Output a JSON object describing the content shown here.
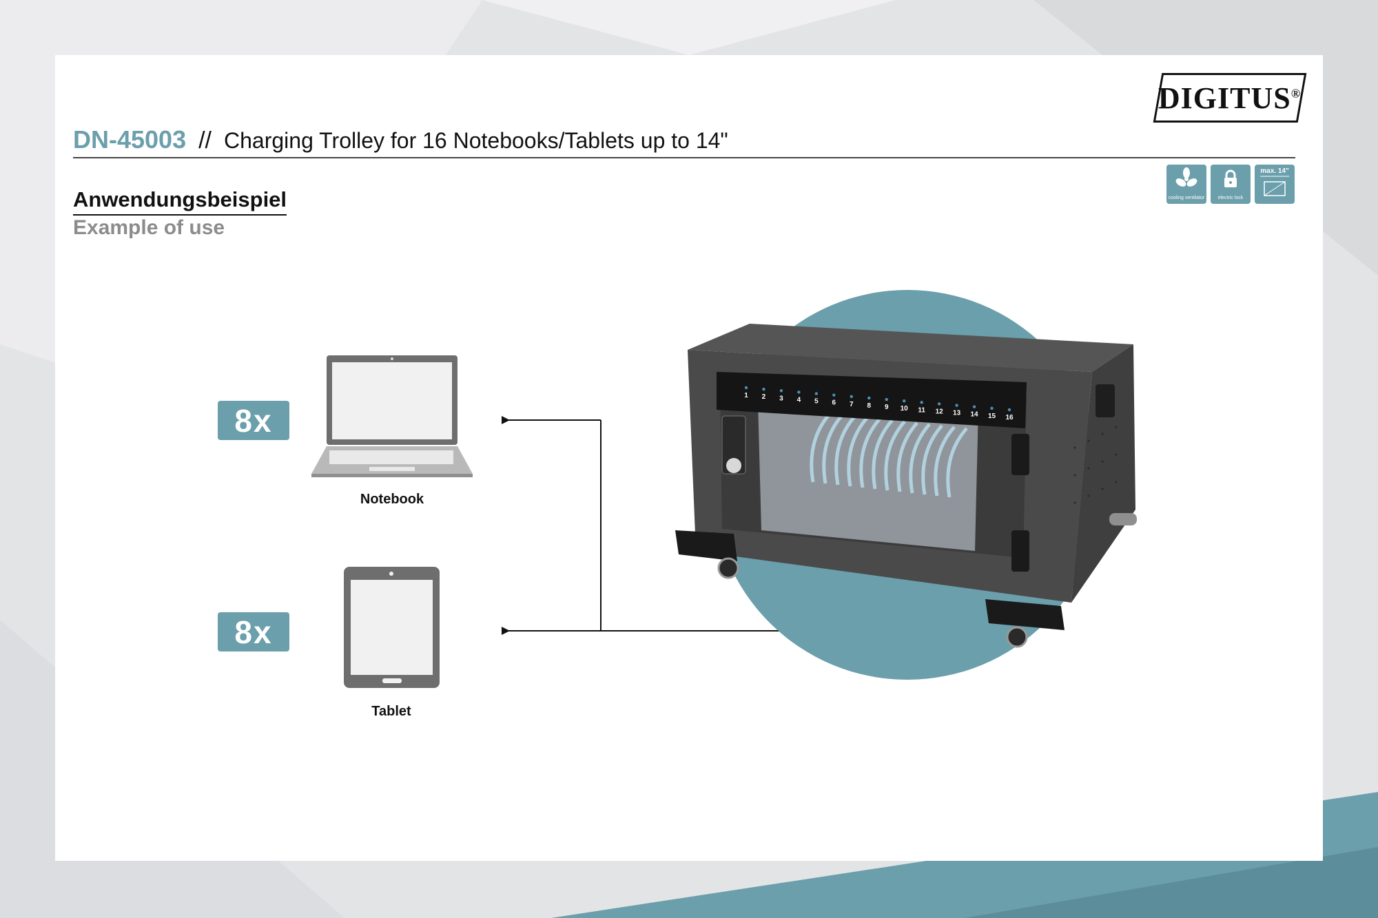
{
  "brand": {
    "logo_text": "DIGITUS",
    "registered": "®"
  },
  "header": {
    "model": "DN-45003",
    "separator": "//",
    "title": "Charging Trolley for 16 Notebooks/Tablets up to 14\""
  },
  "badges": [
    {
      "icon": "fan-icon",
      "caption": "cooling ventilator"
    },
    {
      "icon": "lock-icon",
      "caption": "electric lock"
    },
    {
      "icon": "tablet-outline-icon",
      "caption": "max. 14\""
    }
  ],
  "section": {
    "heading_de": "Anwendungsbeispiel",
    "heading_en": "Example of use"
  },
  "devices": [
    {
      "quantity": "8x",
      "label": "Notebook",
      "icon": "laptop-icon"
    },
    {
      "quantity": "8x",
      "label": "Tablet",
      "icon": "tablet-icon"
    }
  ],
  "trolley": {
    "slot_numbers": [
      "1",
      "2",
      "3",
      "4",
      "5",
      "6",
      "7",
      "8",
      "9",
      "10",
      "11",
      "12",
      "13",
      "14",
      "15",
      "16"
    ]
  },
  "colors": {
    "accent": "#6a9fab",
    "dark": "#111111",
    "muted": "#8c8c8c",
    "device_gray": "#6e6e6e",
    "cabinet": "#4a4a4a"
  }
}
